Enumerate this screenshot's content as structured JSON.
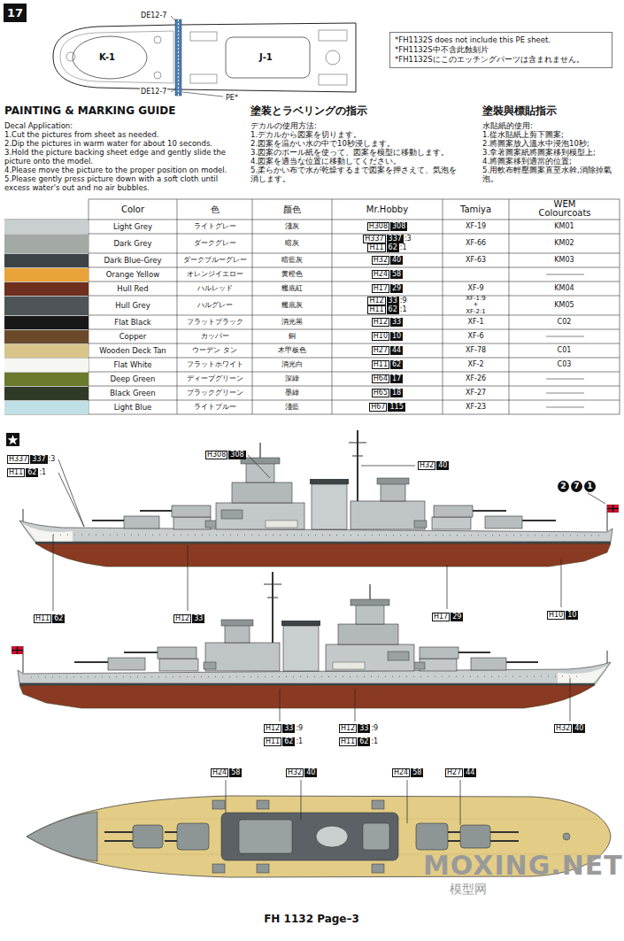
{
  "diagram": {
    "title": "PAINTING & MARKING GUIDE",
    "nodes": [
      {
        "text": [
          "17"
        ]
      },
      {
        "text": [
          "*FH1132S does not include this PE sheet.",
          "*FH1132S中不含此蝕刻片",
          "*FH1132Sにこのエッチングパーツは含まれません。"
        ]
      }
    ],
    "labels": [
      "DE12-7",
      "DE12-7",
      "K-1",
      "J-1",
      "PE*",
      "Decal Application:",
      "1.Cut the pictures from sheet as needed.",
      "2.Dip the pictures in warm water for about 10 seconds.",
      "3.Hold the picture backing sheet edge and gently slide the picture onto the model.",
      "4.Please move the picture to the proper position on model.",
      "5.Please gently press picture down with a soft cloth until excess water's out and no air bubbles.",
      "塗装とラベリングの指示",
      "デカルの使用方法:",
      "1.デカルから図案を切ります。",
      "2.図案を温かい水の中で10秒浸します。",
      "3.図案のボール紙を使って、図案を模型に移動します。",
      "4.図案を適当な位置に移動してください。",
      "5.柔らかい布で水が乾燥するまで図案を押さえて、気泡を消します。",
      "塗裝與標貼指示",
      "水貼紙的使用:",
      "1.從水貼紙上剪下圖案;",
      "2.將圖案放入溫水中浸泡10秒;",
      "3.拿著圖案紙將圖案移到模型上;",
      "4.將圖案移到適當的位置;",
      "5.用軟布輕壓圖案直至水幹,消除掉氣泡。",
      "Color",
      "色",
      "颜色",
      "Mr.Hobby",
      "Tamiya",
      "WEM Colourcoats",
      "ライトグレー",
      "淺灰",
      "H308",
      "308",
      "XF-19",
      "KM01",
      "ダークグレー",
      "暗灰",
      "H337",
      "337",
      ":3",
      "H11",
      "62",
      ":1",
      "XF-66",
      "KM02",
      "ダークブルーグレー",
      "暗藍灰",
      "H32",
      "40",
      "XF-63",
      "KM03",
      "オレンジイエロー",
      "黄橙色",
      "H24",
      "58",
      "ハルレッド",
      "艦底紅",
      "H17",
      "29",
      "XF-9",
      "KM04",
      "ハルグレー",
      "艦底灰",
      "H12",
      "33",
      ":9",
      "H11",
      "62",
      ":1",
      "XF-1:9",
      "+",
      "XF-2:1",
      "KM05",
      "フラットブラック",
      "消光黑",
      "H12",
      "33",
      "XF-1",
      "C02",
      "カッパー",
      "銅",
      "H10",
      "10",
      "XF-6",
      "ウーデン タン",
      "木甲板色",
      "H27",
      "44",
      "XF-78",
      "C01",
      "フラットホワイト",
      "消光白",
      "H11",
      "62",
      "XF-2",
      "C03",
      "ディープグリーン",
      "深綠",
      "H64",
      "17",
      "XF-26",
      "ブラックグリーン",
      "墨綠",
      "H65",
      "18",
      "XF-27",
      "ライトブルー",
      "淺藍",
      "H67",
      "115",
      "XF-23",
      "H337",
      "337",
      ":3",
      "H11",
      "62",
      ":1",
      "H308",
      "308",
      "H32",
      "40",
      "2",
      "7",
      "1",
      "H11",
      "62",
      "H12",
      "33",
      "H17",
      "29",
      "H10",
      "10",
      "H12",
      "33",
      ":9",
      "H11",
      "62",
      ":1",
      "H12",
      "33",
      ":9",
      "H11",
      "62",
      ":1",
      "H32",
      "40",
      "H24",
      "58",
      "H32",
      "40",
      "H24",
      "58",
      "H27",
      "44",
      "FH 1132 Page–3",
      "MOXING.NET",
      "模型网"
    ],
    "legend": [
      {
        "text": "Light Grey",
        "color": "#c9cfcf"
      },
      {
        "text": "Dark Grey",
        "color": "#a3aaa6"
      },
      {
        "text": "Dark Blue-Grey",
        "color": "#3b4347"
      },
      {
        "text": "Orange Yellow",
        "color": "#e8a33a"
      },
      {
        "text": "Hull Red",
        "color": "#6e2f1f"
      },
      {
        "text": "Hull Grey",
        "color": "#4e5457"
      },
      {
        "text": "Flat Black",
        "color": "#181818"
      },
      {
        "text": "Copper",
        "color": "#6a4a2a"
      },
      {
        "text": "Wooden Deck Tan",
        "color": "#d9c48a"
      },
      {
        "text": "Flat White",
        "color": "#f6f6f2"
      },
      {
        "text": "Deep Green",
        "color": "#6b7a2d"
      },
      {
        "text": "Black Green",
        "color": "#2f3b26"
      },
      {
        "text": "Light Blue",
        "color": "#bfe0e4"
      }
    ]
  }
}
